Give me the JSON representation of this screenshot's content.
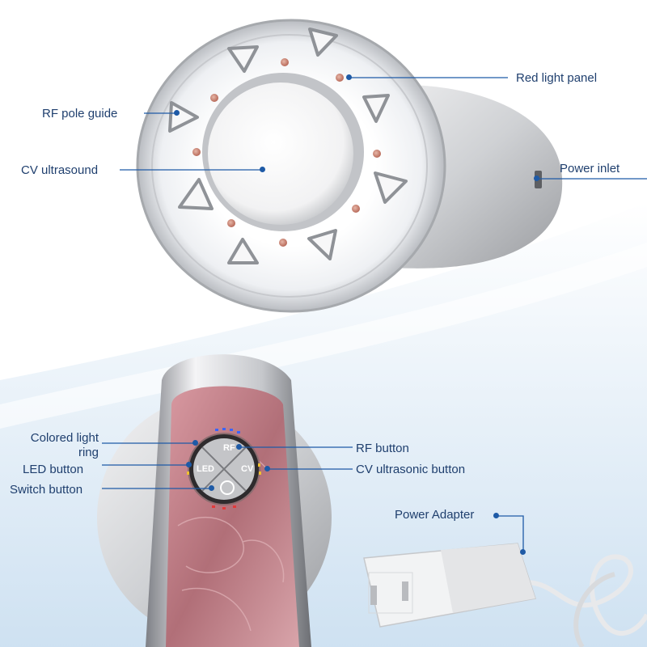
{
  "labels": {
    "red_light_panel": "Red light panel",
    "rf_pole_guide": "RF pole guide",
    "cv_ultrasound": "CV ultrasound",
    "power_inlet": "Power inlet",
    "colored_light_ring_line1": "Colored light",
    "colored_light_ring_line2": "ring",
    "led_button": "LED button",
    "switch_button": "Switch button",
    "rf_button": "RF button",
    "cv_ultrasonic_button": "CV ultrasonic button",
    "power_adapter": "Power Adapter"
  },
  "device_button_text": {
    "rf": "RF",
    "led": "LED",
    "cv": "CV"
  },
  "colors": {
    "label_text": "#1f3f6e",
    "callout_line": "#1e5aa6",
    "panel_pink": "#b5727a",
    "metal_silver": "#d9dadd",
    "backdrop_blue": "#cfe3f3"
  }
}
